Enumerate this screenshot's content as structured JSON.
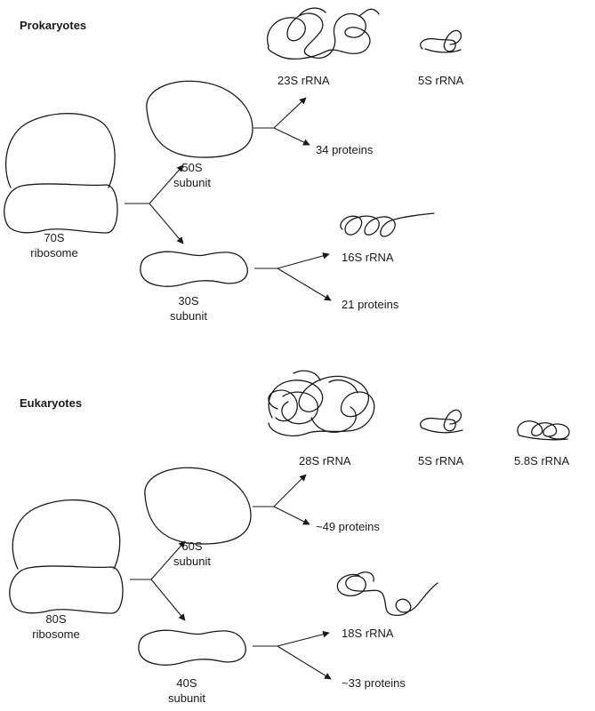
{
  "prokaryotes": {
    "heading": "Prokaryotes",
    "ribosome": {
      "size": "70S",
      "name": "ribosome"
    },
    "large_subunit": {
      "size": "50S",
      "name": "subunit"
    },
    "small_subunit": {
      "size": "30S",
      "name": "subunit"
    },
    "large_products": {
      "rrna_1": "23S rRNA",
      "rrna_2": "5S rRNA",
      "proteins": "34 proteins"
    },
    "small_products": {
      "rrna": "16S rRNA",
      "proteins": "21 proteins"
    }
  },
  "eukaryotes": {
    "heading": "Eukaryotes",
    "ribosome": {
      "size": "80S",
      "name": "ribosome"
    },
    "large_subunit": {
      "size": "60S",
      "name": "subunit"
    },
    "small_subunit": {
      "size": "40S",
      "name": "subunit"
    },
    "large_products": {
      "rrna_1": "28S rRNA",
      "rrna_2": "5S rRNA",
      "rrna_3": "5.8S rRNA",
      "proteins": "~49 proteins"
    },
    "small_products": {
      "rrna": "18S rRNA",
      "proteins": "~33 proteins"
    }
  }
}
